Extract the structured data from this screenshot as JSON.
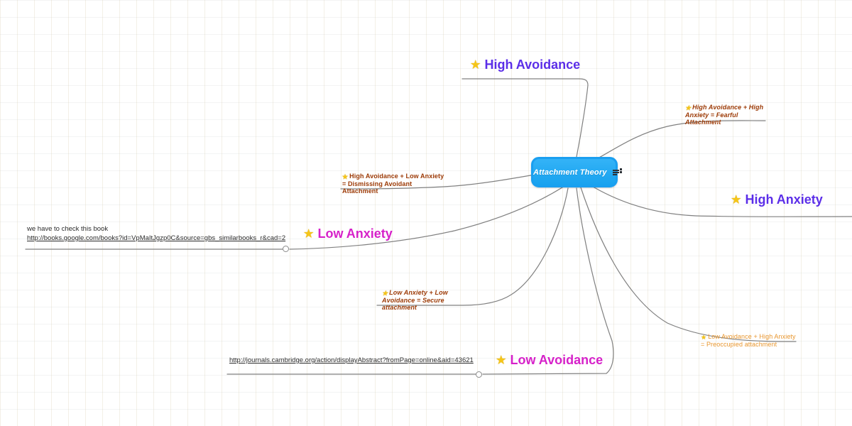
{
  "map": {
    "central": {
      "label": "Attachment Theory",
      "note_icon": "note-icon",
      "fill_color": "#23a9f2",
      "border_color": "#1a9ff0",
      "text_color": "#ffffff"
    },
    "branches": [
      {
        "id": "high-avoidance",
        "label": "High Avoidance",
        "icon": "star-icon",
        "color": "#5b2ee8"
      },
      {
        "id": "high-anxiety",
        "label": "High Anxiety",
        "icon": "star-icon",
        "color": "#5b2ee8"
      },
      {
        "id": "low-anxiety",
        "label": "Low Anxiety",
        "icon": "star-icon",
        "color": "#d621c9"
      },
      {
        "id": "low-avoidance",
        "label": "Low Avoidance",
        "icon": "star-icon",
        "color": "#d621c9"
      }
    ],
    "notes": [
      {
        "id": "fearful-attachment",
        "text": "High Avoidance + High\nAnxiety = Fearful\nAttachment",
        "icon": "star-icon",
        "color": "#9c3a06",
        "style": "bold-italic"
      },
      {
        "id": "dismissing-avoidant-attachment",
        "text": "High Avoidance + Low Anxiety\n= Dismissing Avoidant\nAttachment",
        "icon": "star-icon",
        "color": "#9c3a06",
        "style": "bold"
      },
      {
        "id": "secure-attachment",
        "text": "Low Anxiety + Low\nAvoidance = Secure\nattachment",
        "icon": "star-icon",
        "color": "#9c3a06",
        "style": "bold-italic"
      },
      {
        "id": "preoccupied-attachment",
        "text": "Low Avoidance + High Anxiety\n= Preoccupied attachment",
        "icon": "star-icon",
        "color": "#e8962e",
        "style": "plain"
      }
    ],
    "links": [
      {
        "id": "google-books-link",
        "comment": "we have to check this book",
        "url": "http://books.google.com/books?id=VpMaItJgzp0C&source=gbs_similarbooks_r&cad=2"
      },
      {
        "id": "cambridge-journals-link",
        "comment": "",
        "url": "http://journals.cambridge.org/action/displayAbstract?fromPage=online&aid=43621"
      }
    ]
  }
}
